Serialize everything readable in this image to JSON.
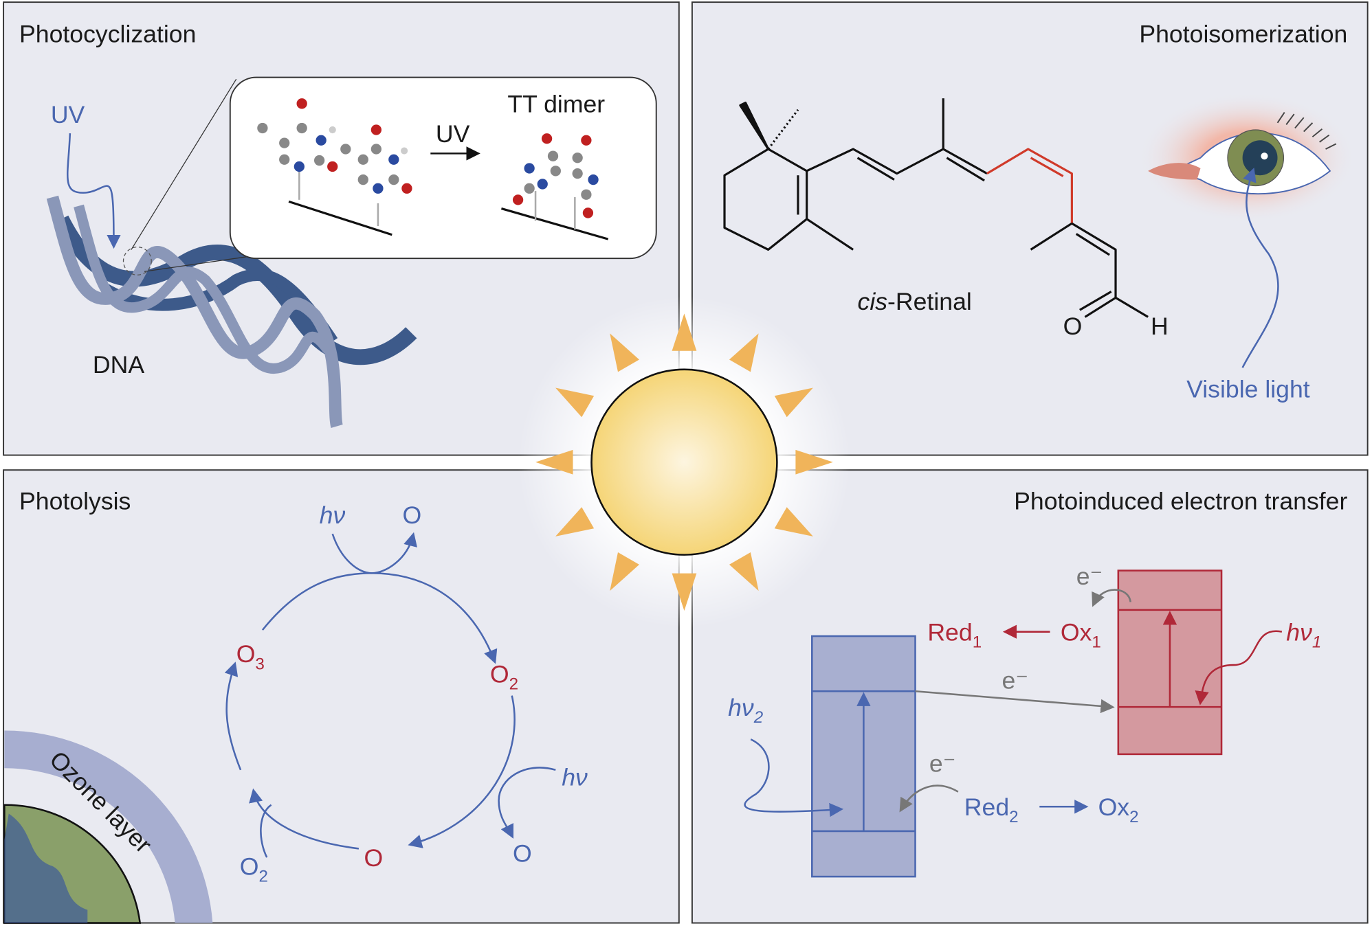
{
  "panels": {
    "photocyclization": {
      "title": "Photocyclization",
      "uv_label": "UV",
      "dna_label": "DNA",
      "inset_uv": "UV",
      "product": "TT dimer"
    },
    "photoisomerization": {
      "title": "Photoisomerization",
      "molecule_prefix": "cis",
      "molecule_suffix": "-Retinal",
      "o_atom": "O",
      "h_atom": "H",
      "light_label": "Visible light"
    },
    "photolysis": {
      "title": "Photolysis",
      "o3": "O",
      "o3_sub": "3",
      "o2_right": "O",
      "o2_right_sub": "2",
      "o_bottom": "O",
      "hv_top": "hν",
      "o_top": "O",
      "hv_right": "hν",
      "o_right": "O",
      "o2_left": "O",
      "o2_left_sub": "2",
      "ozone_label": "Ozone layer"
    },
    "electron_transfer": {
      "title": "Photoinduced electron transfer",
      "e_top": "e⁻",
      "red1": "Red",
      "red1_sub": "1",
      "ox1": "Ox",
      "ox1_sub": "1",
      "hv1": "hν",
      "hv1_sub": "1",
      "e_mid": "e⁻",
      "hv2": "hν",
      "hv2_sub": "2",
      "e_bottom": "e⁻",
      "red2": "Red",
      "red2_sub": "2",
      "ox2": "Ox",
      "ox2_sub": "2"
    }
  },
  "colors": {
    "panel_bg": "#e9eaf1",
    "blue": "#4a67b0",
    "red": "#b02838",
    "sun": "#f6d77a",
    "ray": "#f0b45a"
  }
}
